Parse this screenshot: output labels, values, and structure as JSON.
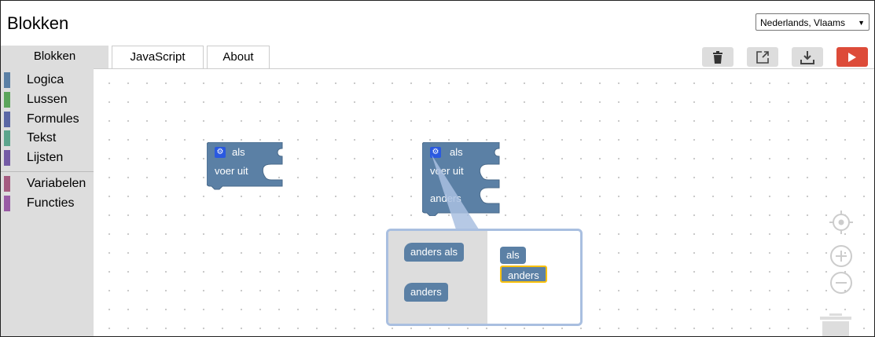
{
  "app": {
    "title": "Blokken"
  },
  "language": {
    "selected": "Nederlands, Vlaams"
  },
  "tabs": [
    {
      "label": "Blokken",
      "active": true
    },
    {
      "label": "JavaScript",
      "active": false
    },
    {
      "label": "About",
      "active": false
    }
  ],
  "toolbar": {
    "buttons": [
      {
        "icon": "trash-icon"
      },
      {
        "icon": "external-link-icon"
      },
      {
        "icon": "download-icon"
      },
      {
        "icon": "play-icon"
      }
    ],
    "run_color": "#dd4b39"
  },
  "categories": [
    {
      "label": "Logica",
      "color": "#5b80a5"
    },
    {
      "label": "Lussen",
      "color": "#5ba55b"
    },
    {
      "label": "Formules",
      "color": "#5b67a5"
    },
    {
      "label": "Tekst",
      "color": "#5ba58c"
    },
    {
      "label": "Lijsten",
      "color": "#745ba5"
    },
    {
      "label": "Variabelen",
      "color": "#a55b80"
    },
    {
      "label": "Functies",
      "color": "#995ba5"
    }
  ],
  "workspace": {
    "block1": {
      "if_label": "als",
      "do_label": "voer uit"
    },
    "block2": {
      "if_label": "als",
      "do_label": "voer uit",
      "else_label": "anders"
    },
    "block_color": "#5b80a5",
    "mutator": {
      "flyout": {
        "elseif_label": "anders als",
        "else_label": "anders"
      },
      "workspace": {
        "if_label": "als",
        "else_label": "anders"
      }
    }
  },
  "zoom_controls": [
    "center-icon",
    "zoom-in-icon",
    "zoom-out-icon"
  ]
}
